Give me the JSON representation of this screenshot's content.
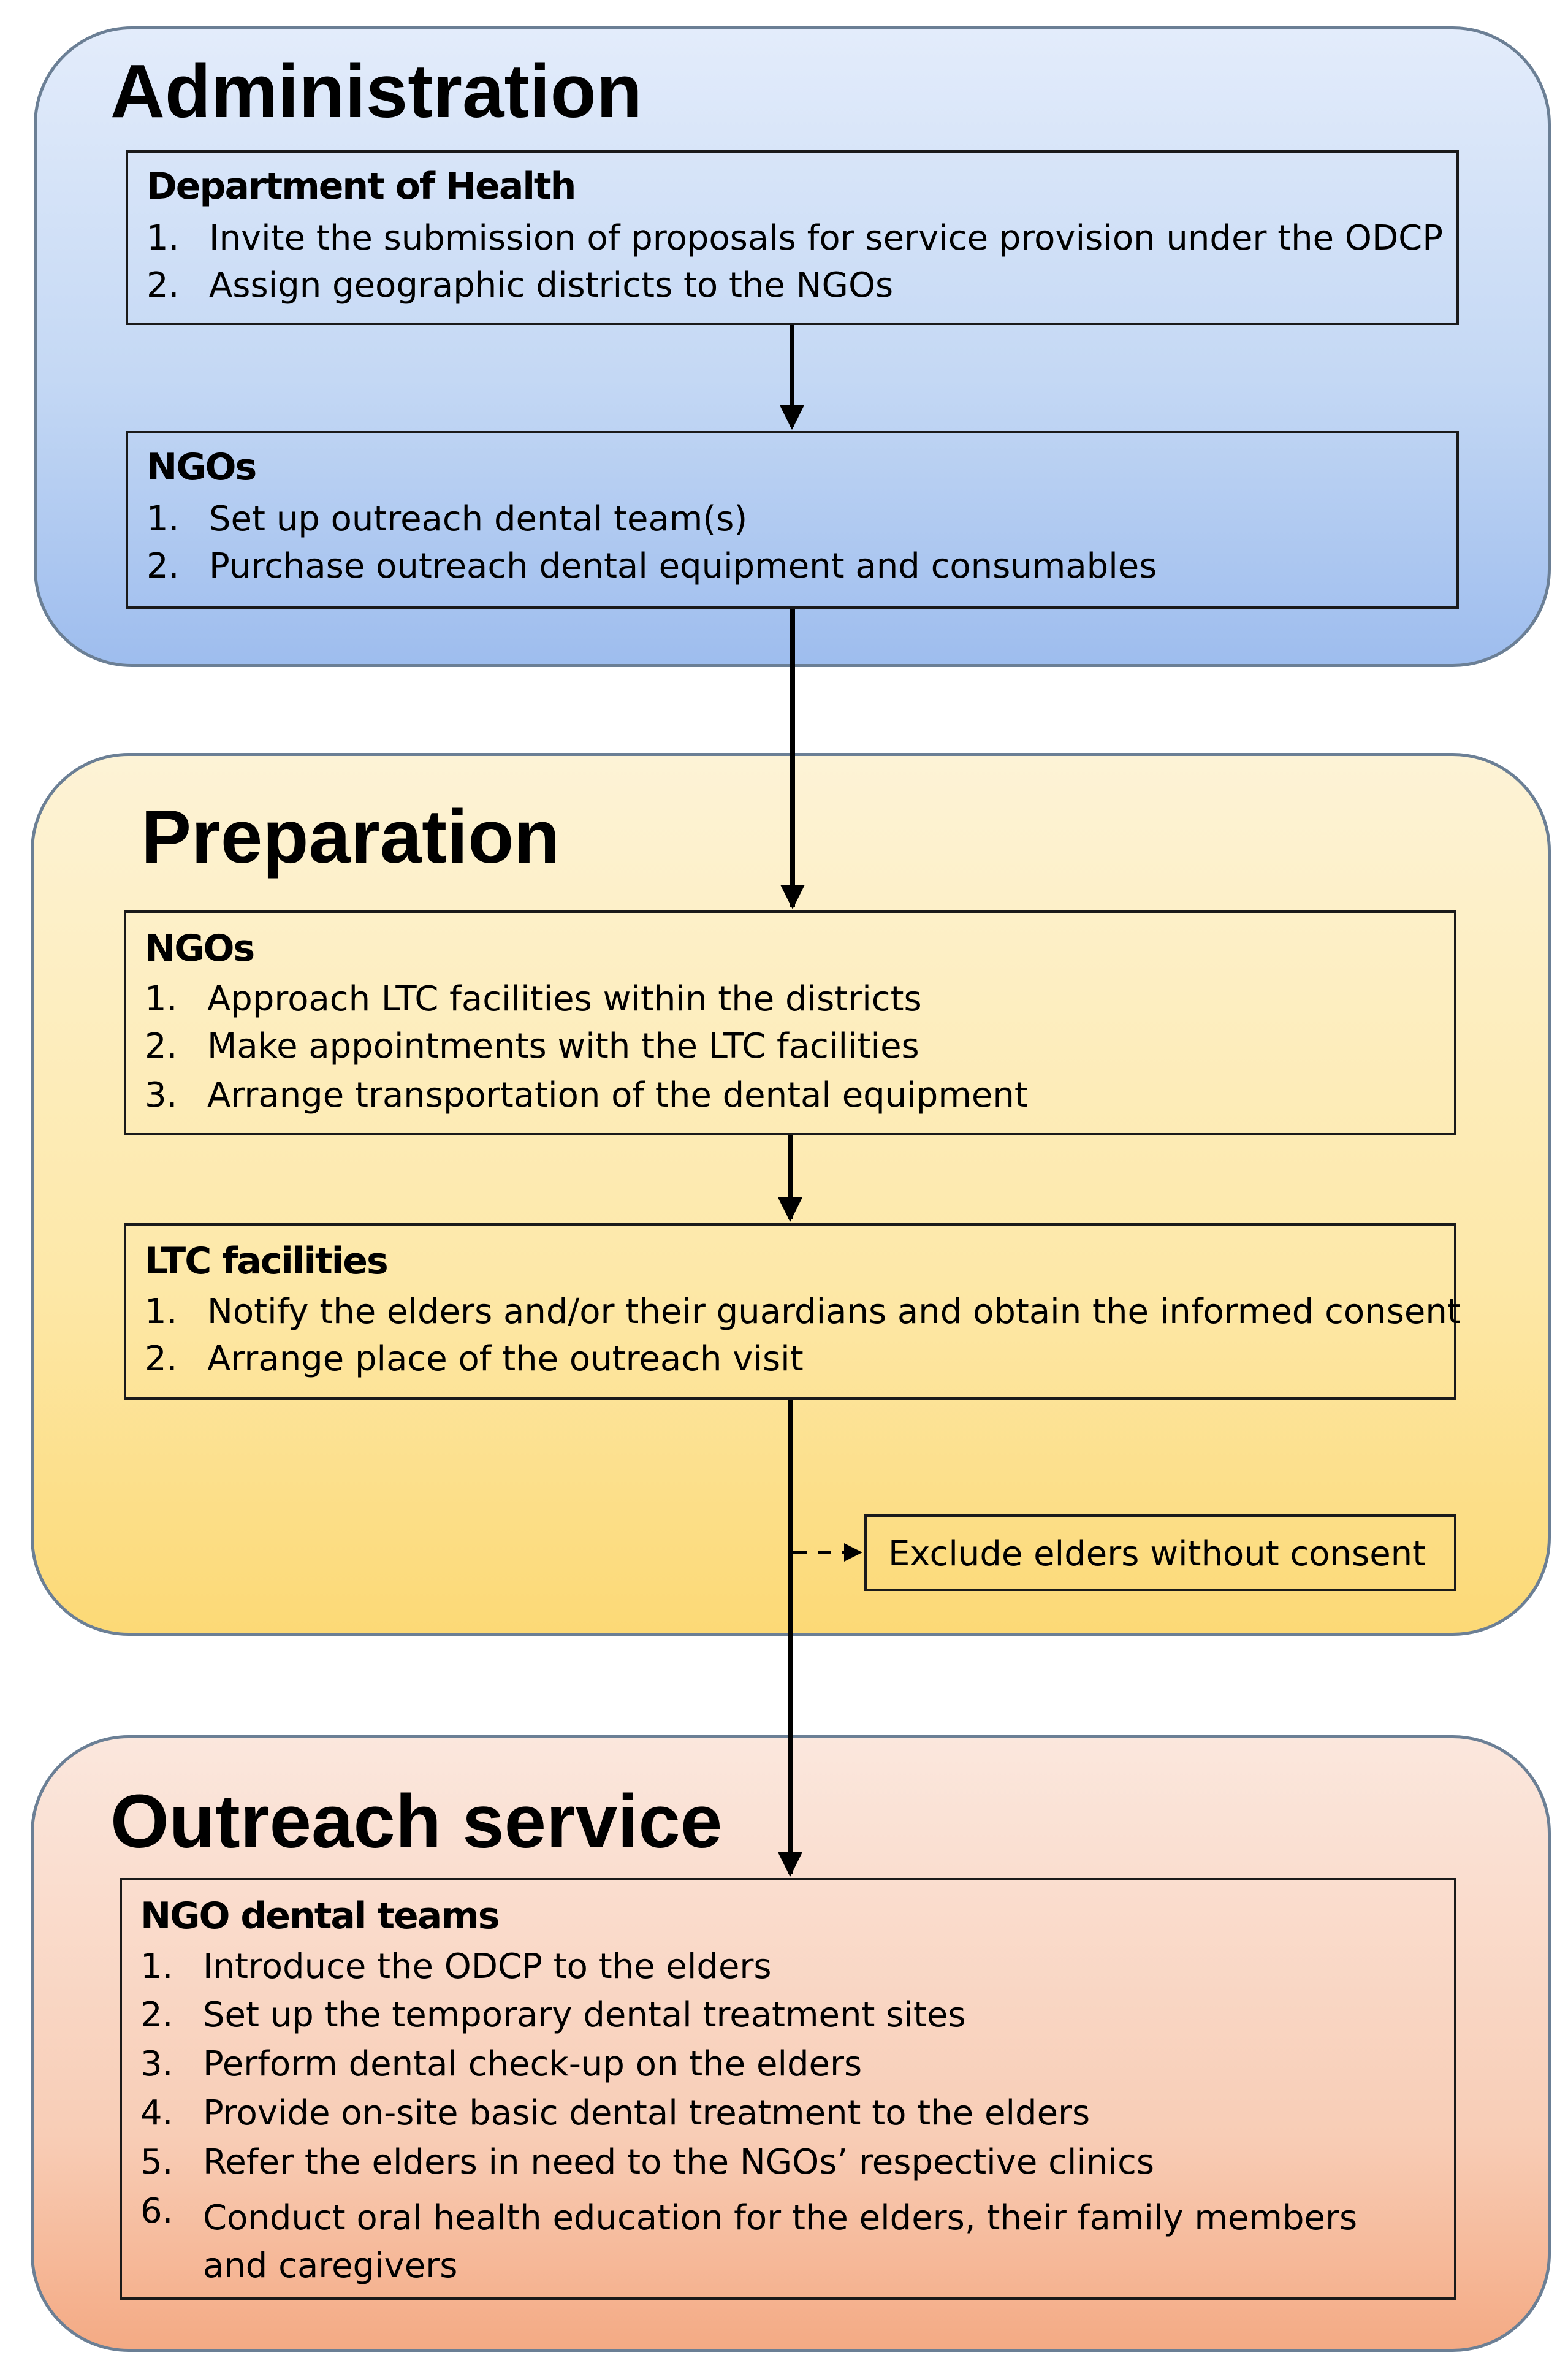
{
  "phases": {
    "administration": {
      "title": "Administration",
      "boxes": [
        {
          "title": "Department of Health",
          "items": [
            {
              "num": "1.",
              "text": "Invite the submission of proposals for service provision under the ODCP"
            },
            {
              "num": "2.",
              "text": "Assign geographic districts to the NGOs"
            }
          ]
        },
        {
          "title": "NGOs",
          "items": [
            {
              "num": "1.",
              "text": "Set up outreach dental team(s)"
            },
            {
              "num": "2.",
              "text": "Purchase outreach dental equipment and consumables"
            }
          ]
        }
      ]
    },
    "preparation": {
      "title": "Preparation",
      "boxes": [
        {
          "title": "NGOs",
          "items": [
            {
              "num": "1.",
              "text": "Approach LTC facilities within the districts"
            },
            {
              "num": "2.",
              "text": "Make appointments with the LTC facilities"
            },
            {
              "num": "3.",
              "text": "Arrange transportation of the dental equipment"
            }
          ]
        },
        {
          "title": "LTC facilities",
          "items": [
            {
              "num": "1.",
              "text": "Notify the elders and/or their guardians and obtain the informed consent"
            },
            {
              "num": "2.",
              "text": "Arrange place of the outreach visit"
            }
          ]
        }
      ],
      "exclusion": "Exclude elders without consent"
    },
    "outreach": {
      "title": "Outreach service",
      "boxes": [
        {
          "title": "NGO dental teams",
          "items": [
            {
              "num": "1.",
              "text": "Introduce the ODCP to the elders"
            },
            {
              "num": "2.",
              "text": "Set up the temporary dental treatment sites"
            },
            {
              "num": "3.",
              "text": "Perform dental check-up on the elders"
            },
            {
              "num": "4.",
              "text": "Provide on-site basic dental treatment to the elders"
            },
            {
              "num": "5.",
              "text": "Refer the elders in need to the NGOs’ respective clinics"
            },
            {
              "num": "6.",
              "text": "Conduct oral health education for the elders, their family members and caregivers"
            }
          ]
        }
      ]
    }
  },
  "colors": {
    "administration_fill": "#c4d8f4",
    "preparation_fill": "#fde8a8",
    "outreach_fill": "#f8cdb6",
    "phase_border": "#6b7f95",
    "box_border": "#1a1a1a"
  }
}
